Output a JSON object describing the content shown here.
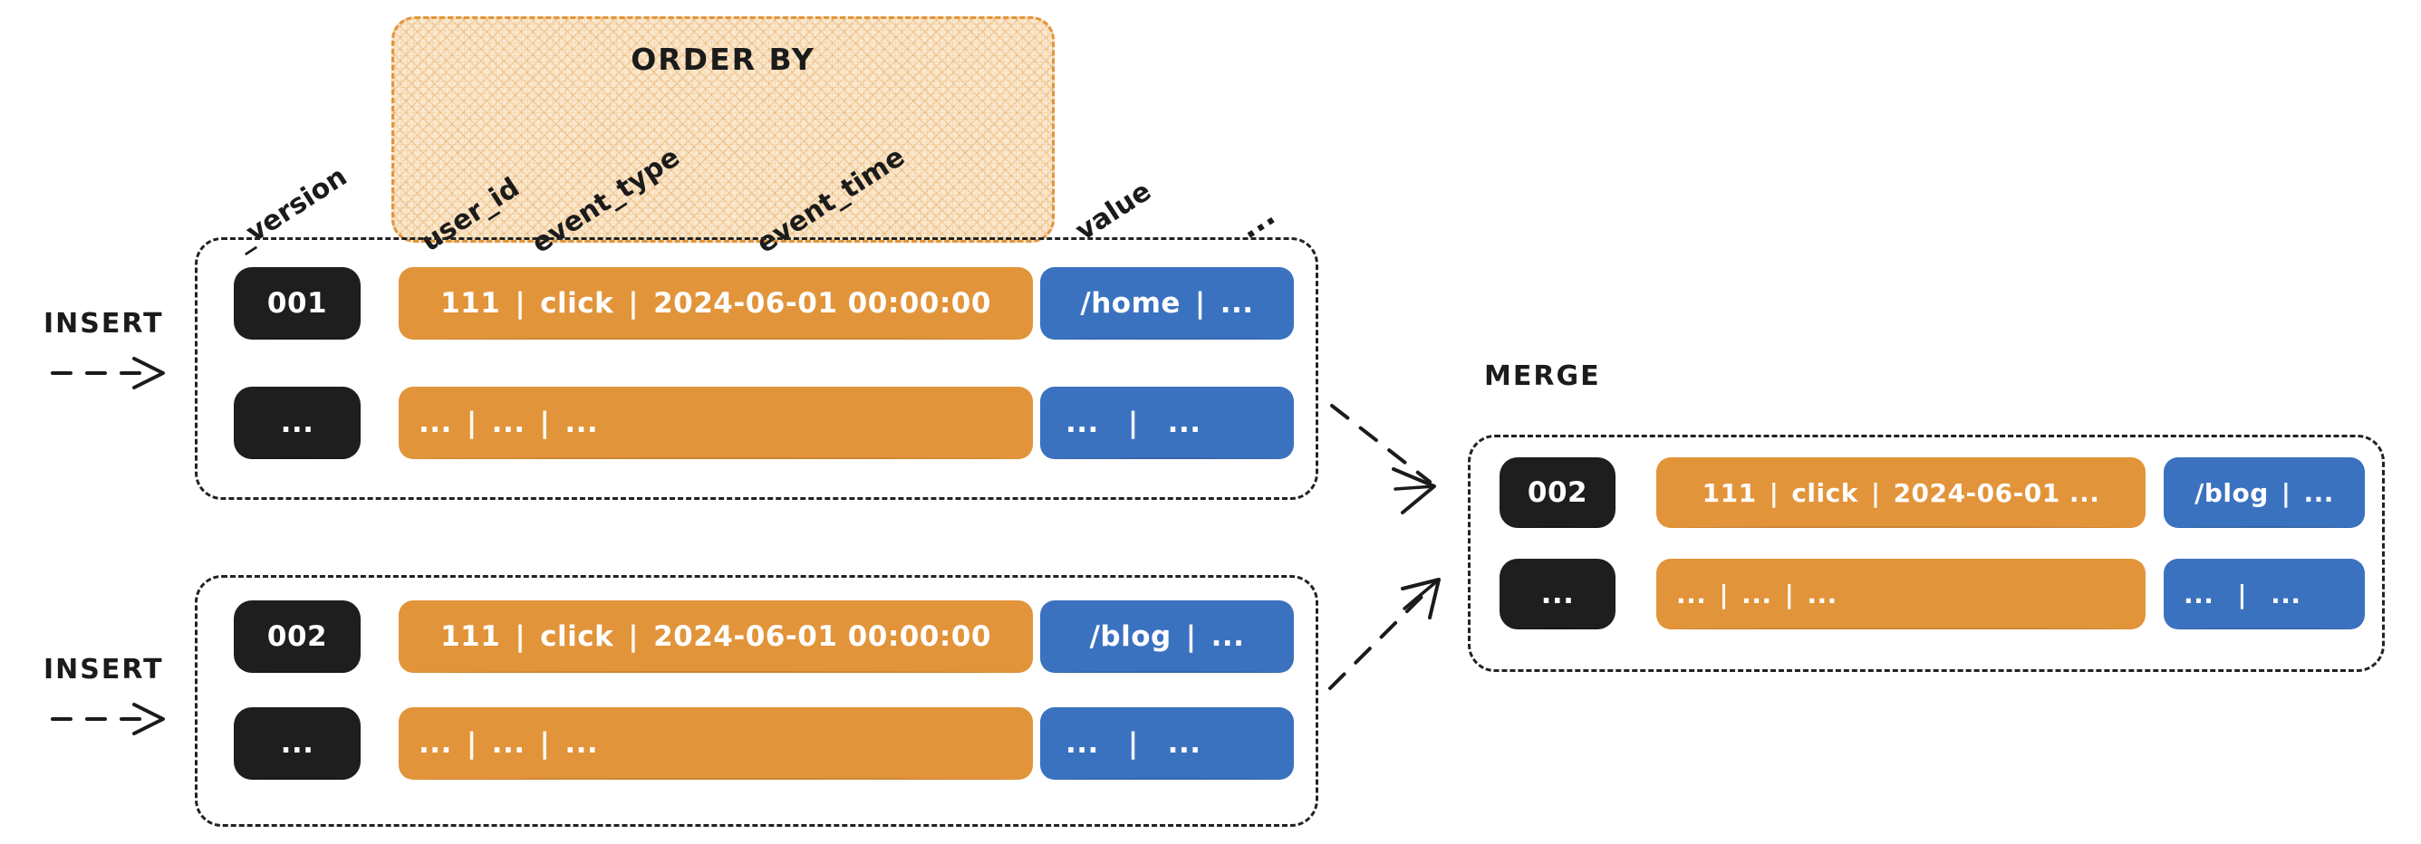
{
  "diagram": {
    "title_orderby": "ORDER BY",
    "columns": [
      {
        "name": "_version",
        "label": "_version"
      },
      {
        "name": "user_id",
        "label": "user_id"
      },
      {
        "name": "event_type",
        "label": "event_type"
      },
      {
        "name": "event_time",
        "label": "event_time"
      },
      {
        "name": "value",
        "label": "value"
      },
      {
        "name": "ellipsis",
        "label": "..."
      }
    ],
    "captions": {
      "insert_top": "INSERT",
      "insert_bottom": "INSERT",
      "merge": "MERGE"
    },
    "colors": {
      "version_chip": "#1E1E1E",
      "key_chip": "#E2943A",
      "value_chip": "#3B72C0",
      "orderby_border": "#E2943A",
      "orderby_fill": "#FAE8CE",
      "group_border": "#222222"
    },
    "parts": {
      "insert_block_1": {
        "rows": [
          {
            "version": "001",
            "key": {
              "user_id": "111",
              "event_type": "click",
              "event_time": "2024-06-01 00:00:00"
            },
            "value": {
              "value": "/home",
              "rest": "..."
            }
          },
          {
            "version": "...",
            "key": {
              "user_id": "...",
              "event_type": "...",
              "event_time": "..."
            },
            "value": {
              "value": "...",
              "rest": "..."
            }
          }
        ]
      },
      "insert_block_2": {
        "rows": [
          {
            "version": "002",
            "key": {
              "user_id": "111",
              "event_type": "click",
              "event_time": "2024-06-01 00:00:00"
            },
            "value": {
              "value": "/blog",
              "rest": "..."
            }
          },
          {
            "version": "...",
            "key": {
              "user_id": "...",
              "event_type": "...",
              "event_time": "..."
            },
            "value": {
              "value": "...",
              "rest": "..."
            }
          }
        ]
      },
      "merge_block": {
        "rows": [
          {
            "version": "002",
            "key": {
              "user_id": "111",
              "event_type": "click",
              "event_time": "2024-06-01 ..."
            },
            "value": {
              "value": "/blog",
              "rest": "..."
            }
          },
          {
            "version": "...",
            "key": {
              "user_id": "...",
              "event_type": "...",
              "event_time": "..."
            },
            "value": {
              "value": "...",
              "rest": "..."
            }
          }
        ]
      }
    },
    "separator": "|"
  }
}
